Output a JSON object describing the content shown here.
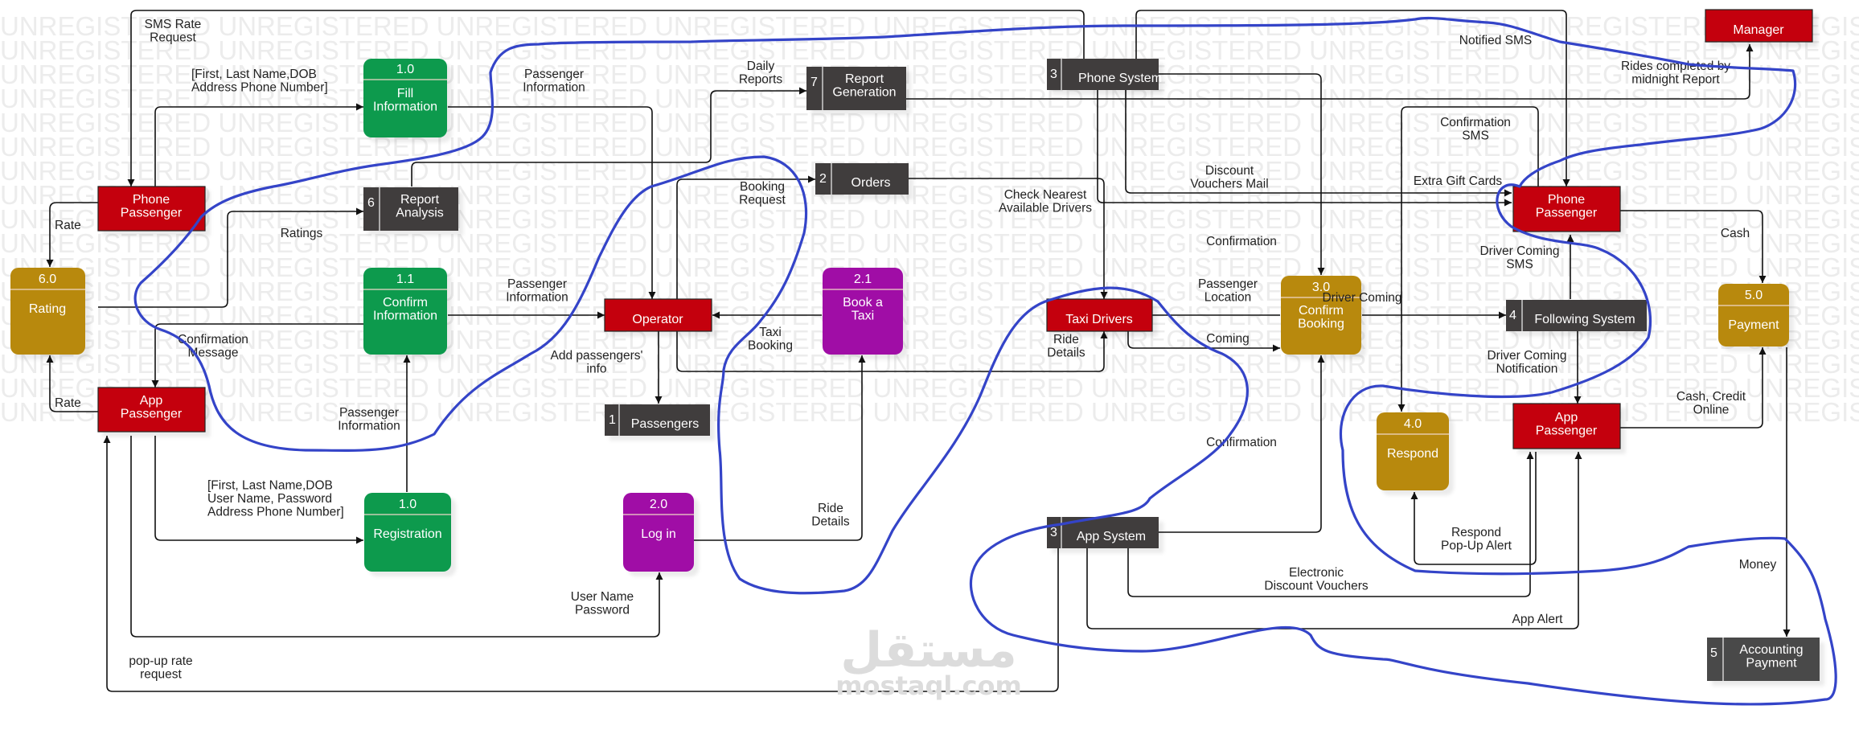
{
  "watermark": {
    "text": "UNREGISTERED",
    "rows": 17
  },
  "logo": {
    "arabic": "مستقل",
    "latin": "mostaql.com"
  },
  "colors": {
    "external_entity": "#c40508",
    "process_green": "#0c9a4e",
    "process_purple": "#a00ca6",
    "process_gold": "#b8890f",
    "datastore": "#403c3c",
    "annotation_scribble": "#3444c8"
  },
  "external_entities": [
    {
      "id": "phone-passenger-left",
      "label": "Phone\nPassenger"
    },
    {
      "id": "app-passenger-left",
      "label": "App\nPassenger"
    },
    {
      "id": "operator",
      "label": "Operator"
    },
    {
      "id": "taxi-drivers",
      "label": "Taxi Drivers"
    },
    {
      "id": "phone-passenger-right",
      "label": "Phone\nPassenger"
    },
    {
      "id": "app-passenger-right",
      "label": "App\nPassenger"
    },
    {
      "id": "manager",
      "label": "Manager"
    }
  ],
  "processes": [
    {
      "id": "fill-information",
      "number": "1.0",
      "label": "Fill\nInformation",
      "color": "green"
    },
    {
      "id": "confirm-information",
      "number": "1.1",
      "label": "Confirm\nInformation",
      "color": "green"
    },
    {
      "id": "registration",
      "number": "1.0",
      "label": "Registration",
      "color": "green"
    },
    {
      "id": "rating",
      "number": "6.0",
      "label": "Rating",
      "color": "gold"
    },
    {
      "id": "log-in",
      "number": "2.0",
      "label": "Log in",
      "color": "purple"
    },
    {
      "id": "book-a-taxi",
      "number": "2.1",
      "label": "Book a\nTaxi",
      "color": "purple"
    },
    {
      "id": "confirm-booking",
      "number": "3.0",
      "label": "Confirm\nBooking",
      "color": "gold"
    },
    {
      "id": "respond",
      "number": "4.0",
      "label": "Respond",
      "color": "gold"
    },
    {
      "id": "payment",
      "number": "5.0",
      "label": "Payment",
      "color": "gold"
    }
  ],
  "data_stores": [
    {
      "id": "report-analysis",
      "number": "6",
      "label": "Report\nAnalysis"
    },
    {
      "id": "report-generation",
      "number": "7",
      "label": "Report\nGeneration"
    },
    {
      "id": "orders",
      "number": "2",
      "label": "Orders"
    },
    {
      "id": "passengers",
      "number": "1",
      "label": "Passengers"
    },
    {
      "id": "phone-system",
      "number": "3",
      "label": "Phone System"
    },
    {
      "id": "app-system",
      "number": "3",
      "label": "App System"
    },
    {
      "id": "following-system",
      "number": "4",
      "label": "Following System"
    },
    {
      "id": "accounting-payment",
      "number": "5",
      "label": "Accounting\nPayment"
    }
  ],
  "flow_labels": [
    {
      "id": "sms-rate-request",
      "text": "SMS Rate\nRequest"
    },
    {
      "id": "first-last-dob-address",
      "text": "[First, Last Name,DOB\nAddress Phone Number]"
    },
    {
      "id": "passenger-information-top",
      "text": "Passenger\nInformation"
    },
    {
      "id": "daily-reports",
      "text": "Daily\nReports"
    },
    {
      "id": "rate-top",
      "text": "Rate"
    },
    {
      "id": "ratings",
      "text": "Ratings"
    },
    {
      "id": "booking-request",
      "text": "Booking\nRequest"
    },
    {
      "id": "confirmation-message",
      "text": "Confirmation\nMessage"
    },
    {
      "id": "passenger-information-mid",
      "text": "Passenger\nInformation"
    },
    {
      "id": "rate-bottom",
      "text": "Rate"
    },
    {
      "id": "add-passengers-info",
      "text": "Add passengers'\ninfo"
    },
    {
      "id": "taxi-booking",
      "text": "Taxi\nBooking"
    },
    {
      "id": "passenger-information-low",
      "text": "Passenger\nInformation"
    },
    {
      "id": "first-last-dob-user-pass",
      "text": "[First, Last Name,DOB\nUser Name, Password\nAddress Phone Number]"
    },
    {
      "id": "ride-details-low",
      "text": "Ride\nDetails"
    },
    {
      "id": "user-name-password",
      "text": "User Name\nPassword"
    },
    {
      "id": "pop-up-rate-request",
      "text": "pop-up rate\nrequest"
    },
    {
      "id": "check-nearest",
      "text": "Check Nearest\nAvailable Drivers"
    },
    {
      "id": "discount-vouchers-mail",
      "text": "Discount\nVouchers Mail"
    },
    {
      "id": "confirmation-top",
      "text": "Confirmation"
    },
    {
      "id": "notified-sms",
      "text": "Notified SMS"
    },
    {
      "id": "rides-completed",
      "text": "Rides completed by\nmidnight Report"
    },
    {
      "id": "confirmation-sms",
      "text": "Confirmation\nSMS"
    },
    {
      "id": "extra-gift-cards",
      "text": "Extra Gift Cards"
    },
    {
      "id": "cash",
      "text": "Cash"
    },
    {
      "id": "passenger-location",
      "text": "Passenger\nLocation"
    },
    {
      "id": "coming",
      "text": "Coming"
    },
    {
      "id": "ride-details-mid",
      "text": "Ride\nDetails"
    },
    {
      "id": "driver-coming",
      "text": "Driver Coming"
    },
    {
      "id": "driver-coming-sms",
      "text": "Driver Coming\nSMS"
    },
    {
      "id": "driver-coming-notification",
      "text": "Driver Coming\nNotification"
    },
    {
      "id": "cash-credit-online",
      "text": "Cash, Credit\nOnline"
    },
    {
      "id": "confirmation-bottom",
      "text": "Confirmation"
    },
    {
      "id": "respond-popup-alert",
      "text": "Respond\nPop-Up Alert"
    },
    {
      "id": "electronic-discount-vouchers",
      "text": "Electronic\nDiscount Vouchers"
    },
    {
      "id": "app-alert",
      "text": "App Alert"
    },
    {
      "id": "money",
      "text": "Money"
    }
  ]
}
